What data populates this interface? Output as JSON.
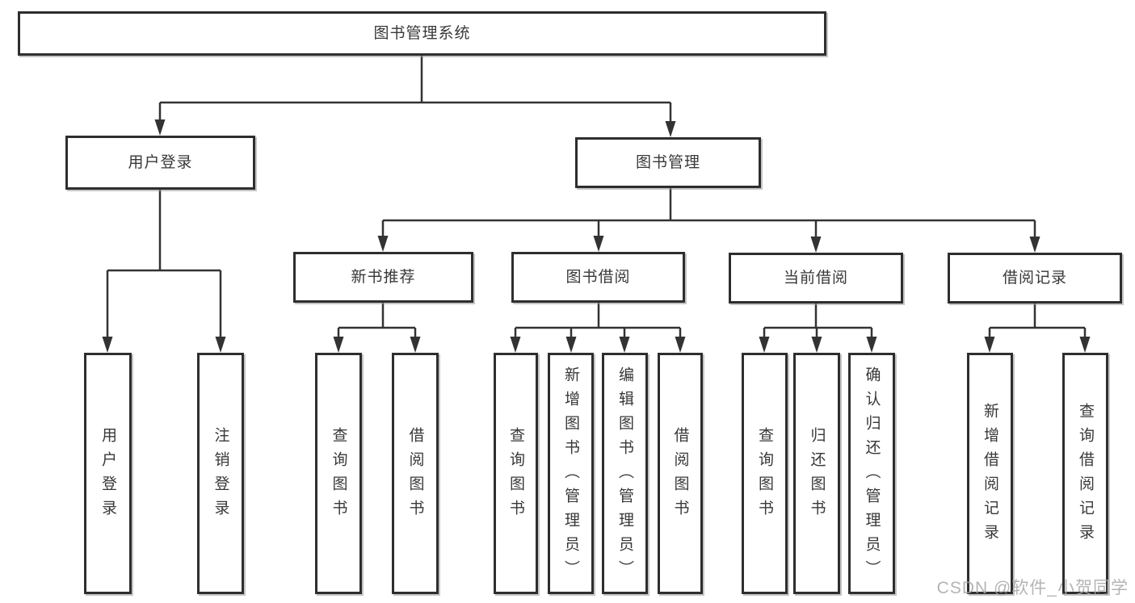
{
  "watermark": "CSDN @软件_小贺同学",
  "tree": {
    "label": "图书管理系统",
    "children": [
      {
        "label": "用户登录",
        "children": [
          {
            "label": "用户登录"
          },
          {
            "label": "注销登录"
          }
        ]
      },
      {
        "label": "图书管理",
        "children": [
          {
            "label": "新书推荐",
            "children": [
              {
                "label": "查询图书"
              },
              {
                "label": "借阅图书"
              }
            ]
          },
          {
            "label": "图书借阅",
            "children": [
              {
                "label": "查询图书"
              },
              {
                "label": "新增图书（管理员）"
              },
              {
                "label": "编辑图书（管理员）"
              },
              {
                "label": "借阅图书"
              }
            ]
          },
          {
            "label": "当前借阅",
            "children": [
              {
                "label": "查询图书"
              },
              {
                "label": "归还图书"
              },
              {
                "label": "确认归还（管理员）"
              }
            ]
          },
          {
            "label": "借阅记录",
            "children": [
              {
                "label": "新增借阅记录"
              },
              {
                "label": "查询借阅记录"
              }
            ]
          }
        ]
      }
    ]
  },
  "colors": {
    "line": "#333333",
    "box_border": "#2e2e2e",
    "box_fill": "#ffffff",
    "text": "#383838",
    "watermark_text": "#a8a8a8"
  }
}
